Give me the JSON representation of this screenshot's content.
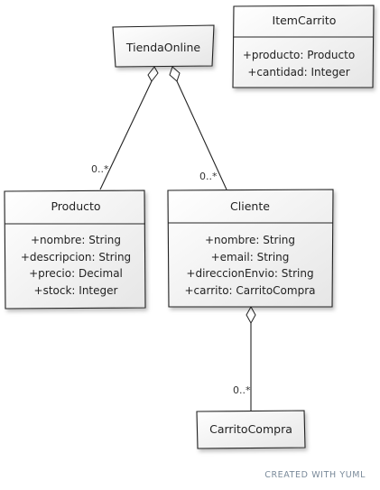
{
  "classes": {
    "tienda": {
      "name": "TiendaOnline",
      "attributes": []
    },
    "item": {
      "name": "ItemCarrito",
      "attributes": [
        "+producto: Producto",
        "+cantidad: Integer"
      ]
    },
    "producto": {
      "name": "Producto",
      "attributes": [
        "+nombre: String",
        "+descripcion: String",
        "+precio: Decimal",
        "+stock: Integer"
      ]
    },
    "cliente": {
      "name": "Cliente",
      "attributes": [
        "+nombre: String",
        "+email: String",
        "+direccionEnvio: String",
        "+carrito: CarritoCompra"
      ]
    },
    "carrito": {
      "name": "CarritoCompra",
      "attributes": []
    }
  },
  "relations": [
    {
      "from": "TiendaOnline",
      "to": "Producto",
      "kind": "aggregation",
      "multiplicity": "0..*"
    },
    {
      "from": "TiendaOnline",
      "to": "Cliente",
      "kind": "aggregation",
      "multiplicity": "0..*"
    },
    {
      "from": "Cliente",
      "to": "CarritoCompra",
      "kind": "aggregation",
      "multiplicity": "0..*"
    }
  ],
  "credit": "CREATED WITH YUML"
}
